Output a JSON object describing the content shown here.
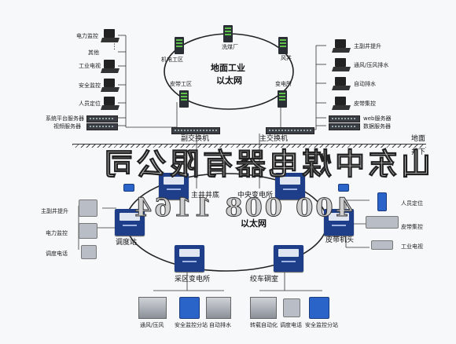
{
  "surface": {
    "ring_title_line1": "地面工业",
    "ring_title_line2": "以太网",
    "nodes": {
      "top": "洗煤厂",
      "top_left": "机电工区",
      "top_right": "风井",
      "left": "皮带工区",
      "right": "变电所",
      "bottom_right": "主交换机",
      "bottom_left": "副交换机"
    },
    "left_devices": [
      "电力监控",
      "其他",
      "工业电视",
      "安全监控",
      "人员定位",
      "系统平台服务器",
      "视频服务器"
    ],
    "right_devices": [
      "主副井提升",
      "通风/压风排水",
      "自动排水",
      "皮带集控",
      "web服务器",
      "数据服务器"
    ],
    "ground_label": "地面",
    "underground_label": "井下"
  },
  "underground": {
    "ring_title": "以太网",
    "nodes": {
      "top_left": "主井井底",
      "top_right": "中央变电所",
      "left": "调度站",
      "right": "皮带机头",
      "bottom_left": "采区变电所",
      "bottom_right": "绞车硐室"
    },
    "left_devices": [
      "主副井提升",
      "电力监控",
      "调度电话"
    ],
    "right_devices": [
      "人员定位",
      "皮带集控",
      "工业电视"
    ],
    "bottom_left_devices": [
      "通风/压风",
      "安全监控分站",
      "自动排水"
    ],
    "bottom_right_devices": [
      "转载自动化",
      "调度电话",
      "安全监控分站"
    ]
  },
  "watermark": {
    "company": "山东中煤电器有限公司",
    "phone": "400 008 1164"
  },
  "colors": {
    "cabinet": "#1e3e8a",
    "ring": "#222222",
    "watermark_company": "#dcdcdc",
    "watermark_phone": "#cfcfcf"
  }
}
